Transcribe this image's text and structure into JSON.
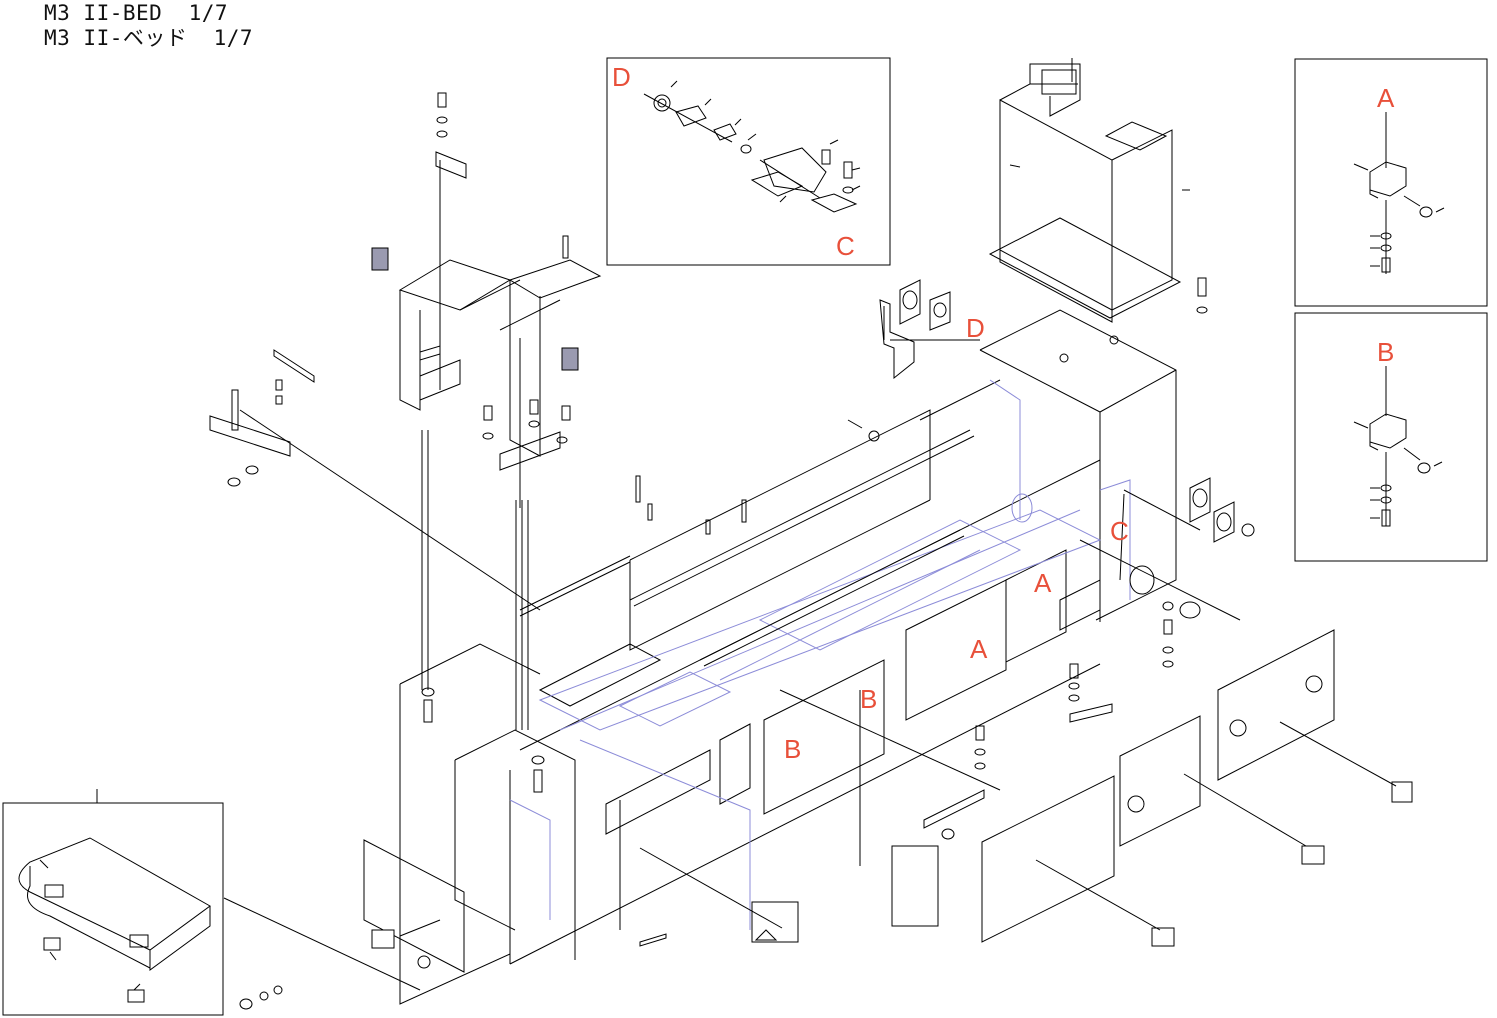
{
  "title": {
    "line1": "M3 II-BED  1/7",
    "line2": "M3 II-ベッド  1/7"
  },
  "callouts": {
    "a_detail": "A",
    "b_detail": "B",
    "c_detail": "C",
    "d_detail": "D",
    "d_flange": "D",
    "c_body": "C",
    "a_body1": "A",
    "a_body2": "A",
    "b_body1": "B",
    "b_body2": "B"
  },
  "colors": {
    "callout": "#e8503a",
    "line": "#000000",
    "hidden_line": "#8c8cd8",
    "label_fill": "#9a9ab0"
  }
}
